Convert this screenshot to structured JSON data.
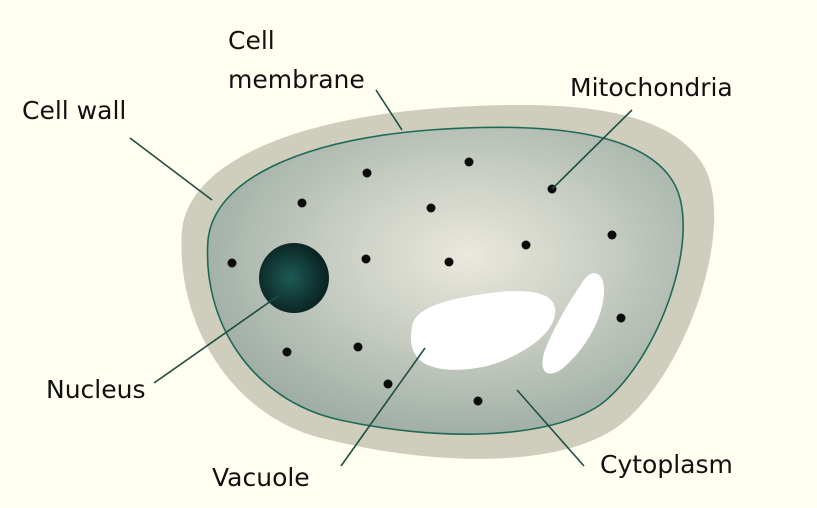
{
  "labels": {
    "cell_membrane_line1": "Cell",
    "cell_membrane_line2": "membrane",
    "cell_wall": "Cell wall",
    "mitochondria": "Mitochondria",
    "nucleus": "Nucleus",
    "vacuole": "Vacuole",
    "cytoplasm": "Cytoplasm"
  },
  "colors": {
    "background": "#fffef1",
    "cell_wall": "#cfcdbb",
    "cytoplasm": "#9faea6",
    "cytoplasm_center": "#e4e1d6",
    "membrane": "#1f6a57",
    "nucleus": "#0c3330",
    "vacuole": "#ffffff",
    "mitochondria": "#0d0d0d"
  }
}
